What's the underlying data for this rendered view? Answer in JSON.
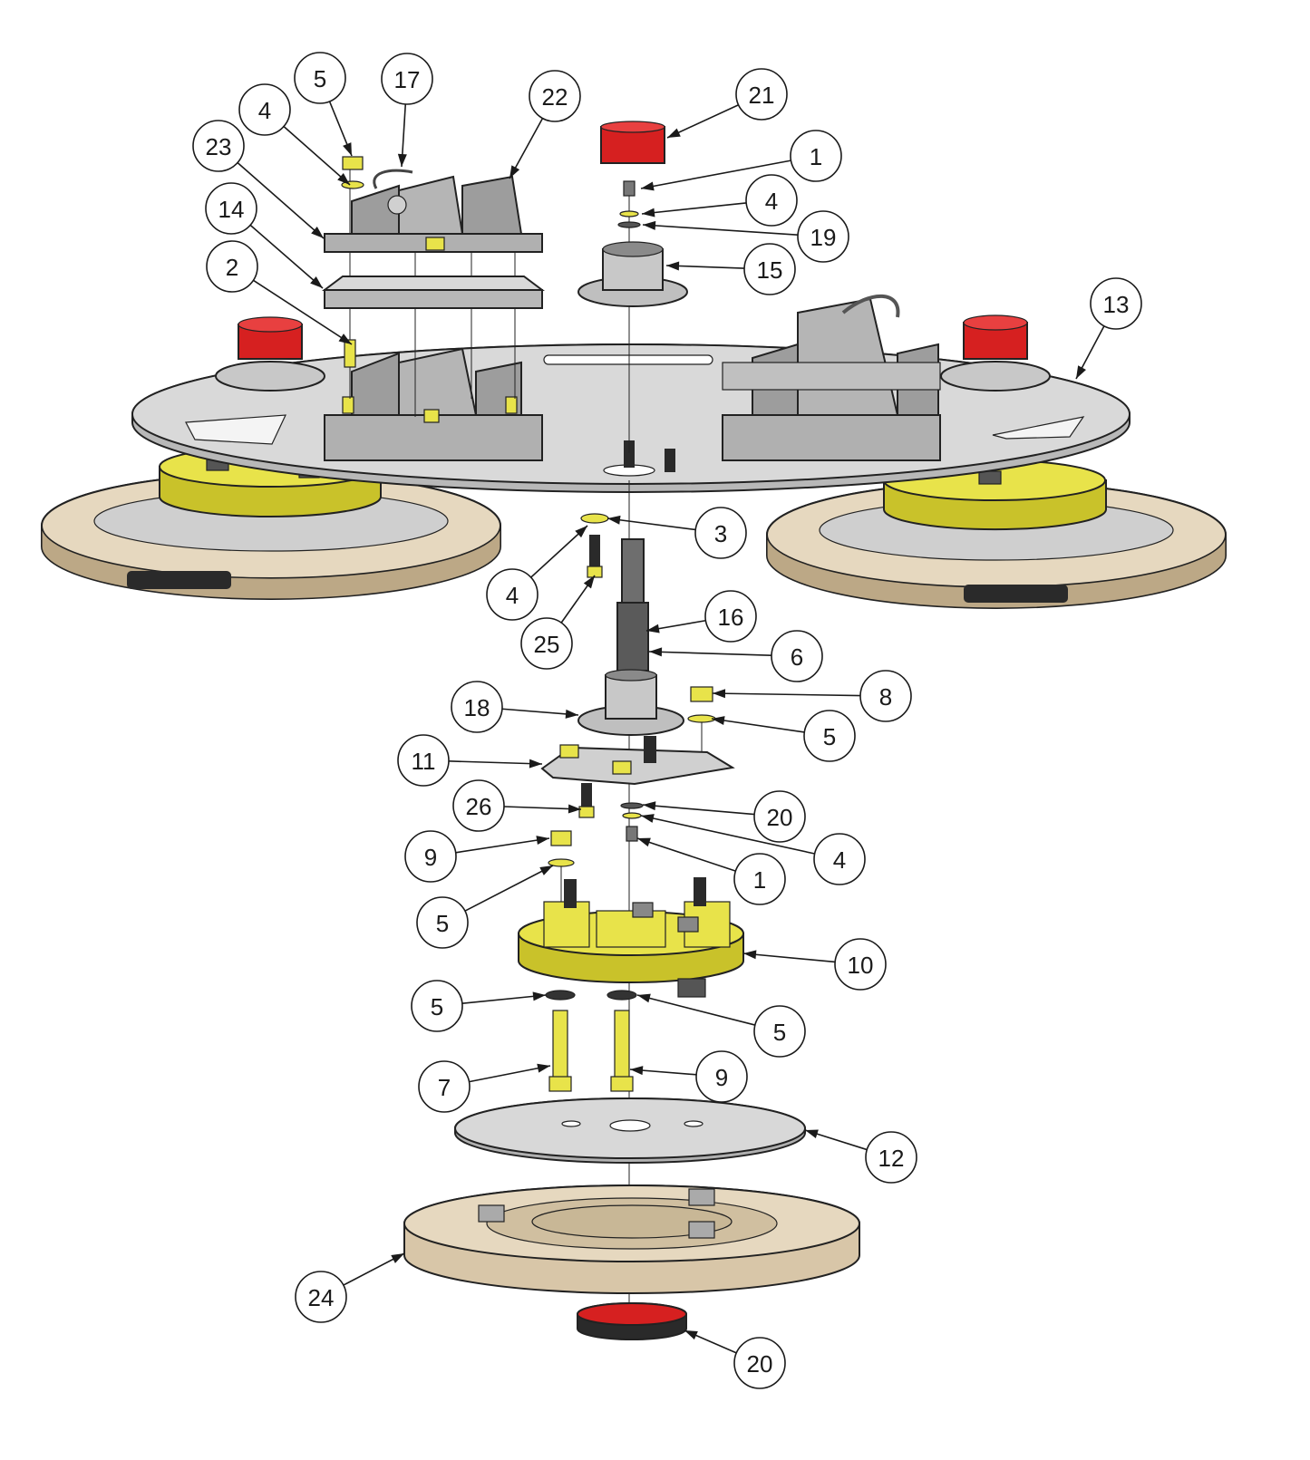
{
  "diagram": {
    "kind": "exploded-assembly",
    "callouts": [
      {
        "label": "1"
      },
      {
        "label": "1"
      },
      {
        "label": "2"
      },
      {
        "label": "3"
      },
      {
        "label": "4"
      },
      {
        "label": "4"
      },
      {
        "label": "4"
      },
      {
        "label": "4"
      },
      {
        "label": "5"
      },
      {
        "label": "5"
      },
      {
        "label": "5"
      },
      {
        "label": "5"
      },
      {
        "label": "5"
      },
      {
        "label": "6"
      },
      {
        "label": "7"
      },
      {
        "label": "8"
      },
      {
        "label": "9"
      },
      {
        "label": "9"
      },
      {
        "label": "10"
      },
      {
        "label": "11"
      },
      {
        "label": "12"
      },
      {
        "label": "13"
      },
      {
        "label": "14"
      },
      {
        "label": "15"
      },
      {
        "label": "16"
      },
      {
        "label": "17"
      },
      {
        "label": "18"
      },
      {
        "label": "19"
      },
      {
        "label": "20"
      },
      {
        "label": "20"
      },
      {
        "label": "21"
      },
      {
        "label": "22"
      },
      {
        "label": "23"
      },
      {
        "label": "24"
      },
      {
        "label": "25"
      },
      {
        "label": "26"
      },
      {
        "label": "26"
      }
    ],
    "colors": {
      "plate": "#d9d9d9",
      "plate_shade": "#b8b8b8",
      "yellow": "#e8e34a",
      "yellow_shade": "#c9c22a",
      "tan": "#d8c6a8",
      "tan_shade": "#bca886",
      "red": "#d62020",
      "red_shade": "#9e1010",
      "bracket": "#a9a9a9",
      "dark": "#2a2a2a",
      "line": "#1a1a1a"
    }
  }
}
